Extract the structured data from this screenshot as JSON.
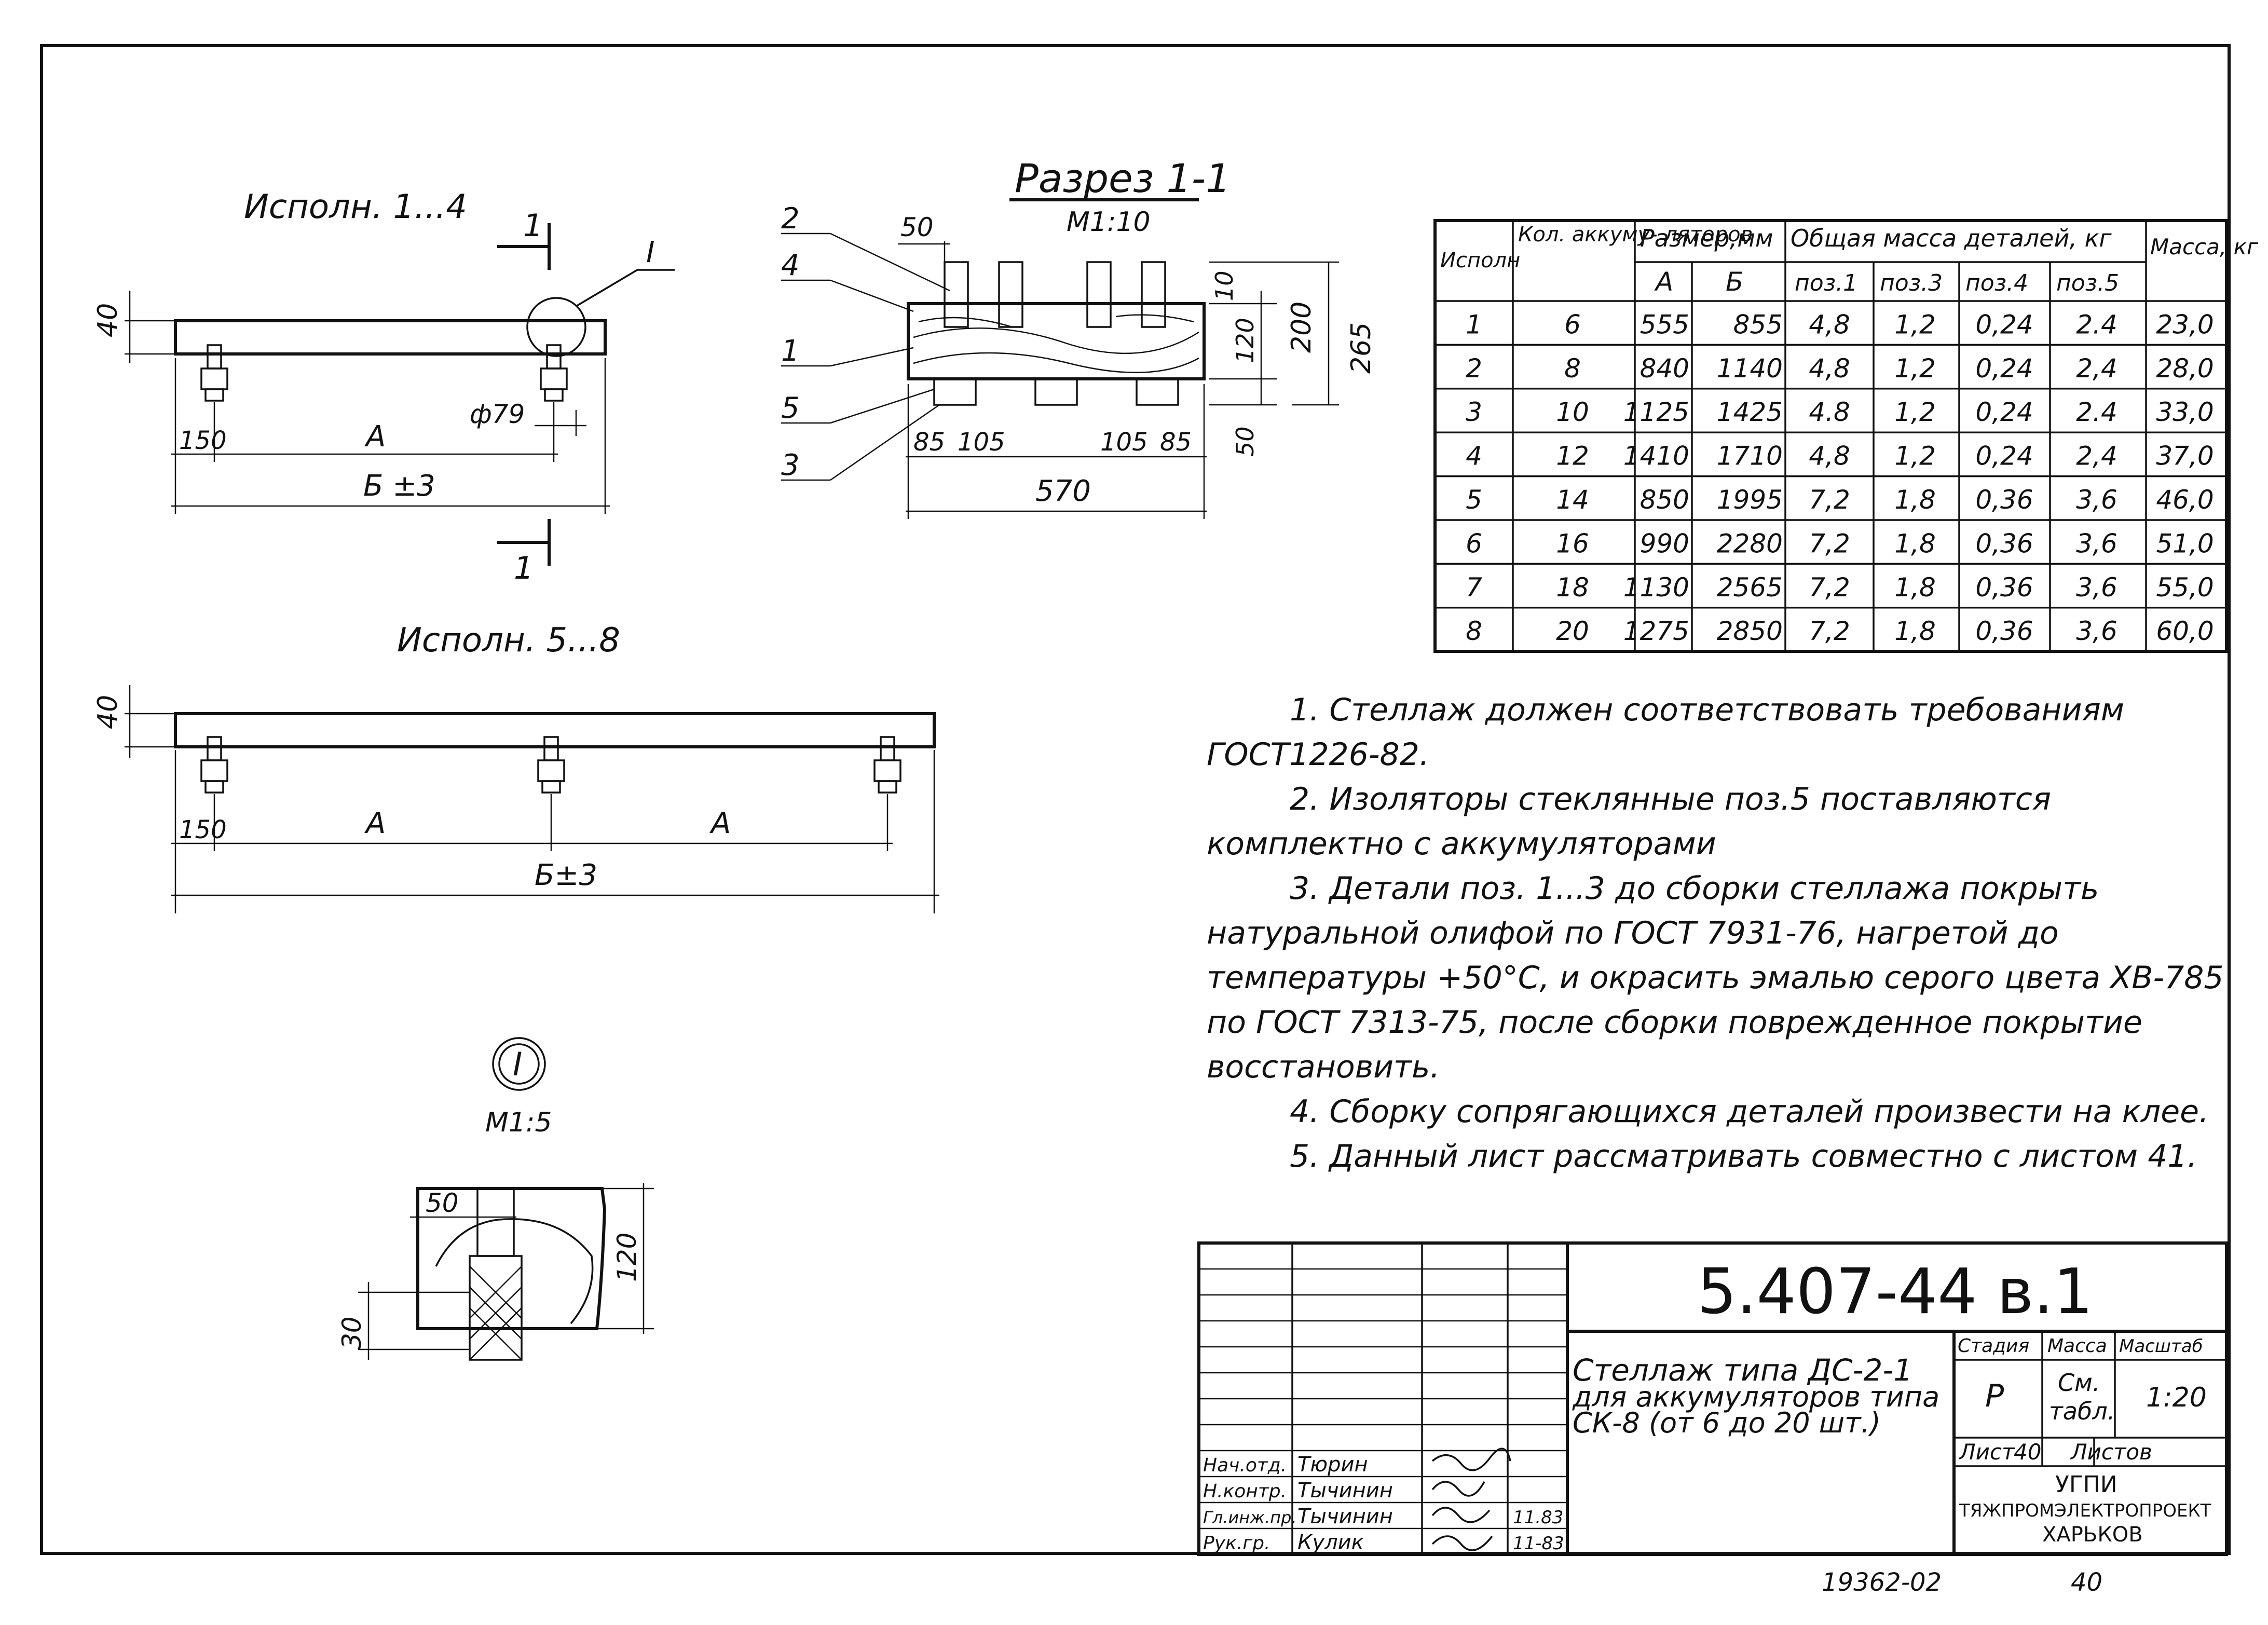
{
  "views": {
    "execution_1_4": {
      "title": "Исполн. 1...4",
      "dim_40": "40",
      "dim_150": "150",
      "dim_A": "А",
      "dim_B": "Б ±3",
      "dim_phi": "ф79",
      "callout": "I",
      "section_mark": "1"
    },
    "execution_5_8": {
      "title": "Исполн. 5...8",
      "dim_40": "40",
      "dim_150": "150",
      "dim_A1": "А",
      "dim_A2": "А",
      "dim_B": "Б±3"
    },
    "section_1_1": {
      "title": "Разрез 1-1",
      "scale": "М1:10",
      "positions": [
        "2",
        "4",
        "1",
        "5",
        "3"
      ],
      "dims": {
        "d50": "50",
        "d10": "10",
        "d200": "200",
        "d265": "265",
        "d120": "120",
        "d50b": "50",
        "d85a": "85",
        "d105a": "105",
        "d105b": "105",
        "d85b": "85",
        "d570": "570"
      }
    },
    "detail_I": {
      "mark": "I",
      "scale": "М1:5",
      "d50": "50",
      "d120": "120",
      "d30": "30"
    }
  },
  "table": {
    "headers": {
      "exec": "Исполн",
      "count": "Кол. аккуму- ляторов",
      "size": "Размер,мм",
      "size_a": "А",
      "size_b": "Б",
      "mass_group": "Общая масса деталей, кг",
      "p1": "поз.1",
      "p3": "поз.3",
      "p4": "поз.4",
      "p5": "поз.5",
      "mass": "Масса, кг"
    },
    "rows": [
      [
        "1",
        "6",
        "555",
        "855",
        "4,8",
        "1,2",
        "0,24",
        "2.4",
        "23,0"
      ],
      [
        "2",
        "8",
        "840",
        "1140",
        "4,8",
        "1,2",
        "0,24",
        "2,4",
        "28,0"
      ],
      [
        "3",
        "10",
        "1125",
        "1425",
        "4.8",
        "1,2",
        "0,24",
        "2.4",
        "33,0"
      ],
      [
        "4",
        "12",
        "1410",
        "1710",
        "4,8",
        "1,2",
        "0,24",
        "2,4",
        "37,0"
      ],
      [
        "5",
        "14",
        "850",
        "1995",
        "7,2",
        "1,8",
        "0,36",
        "3,6",
        "46,0"
      ],
      [
        "6",
        "16",
        "990",
        "2280",
        "7,2",
        "1,8",
        "0,36",
        "3,6",
        "51,0"
      ],
      [
        "7",
        "18",
        "1130",
        "2565",
        "7,2",
        "1,8",
        "0,36",
        "3,6",
        "55,0"
      ],
      [
        "8",
        "20",
        "1275",
        "2850",
        "7,2",
        "1,8",
        "0,36",
        "3,6",
        "60,0"
      ]
    ]
  },
  "notes": [
    "1. Стеллаж должен соответствовать требованиям ГОСТ1226-82.",
    "2. Изоляторы стеклянные поз.5 поставляются комплектно с аккумуляторами",
    "3. Детали поз. 1...3 до сборки стеллажа покрыть натуральной олифой по ГОСТ 7931-76, нагретой до температуры +50°С, и окрасить эмалью серого цвета ХВ-785 по ГОСТ 7313-75, после сборки поврежденное покрытие восстановить.",
    "4. Сборку сопрягающихся деталей произвести на клее.",
    "5. Данный лист рассматривать совместно с листом 41."
  ],
  "title_block": {
    "code": "5.407-44 в.1",
    "name_lines": [
      "Стеллаж типа ДС-2-1",
      "для аккумуляторов типа",
      "СК-8 (от 6 до 20 шт.)"
    ],
    "stage_label": "Стадия",
    "mass_label": "Масса",
    "scale_label": "Масштаб",
    "stage": "Р",
    "mass_1": "См.",
    "mass_2": "табл.",
    "scale": "1:20",
    "sheet_label": "Лист",
    "sheet": "40",
    "sheets_label": "Листов",
    "org_1": "УГПИ",
    "org_2": "ТЯЖПРОМЭЛЕКТРОПРОЕКТ",
    "org_3": "ХАРЬКОВ",
    "staff": [
      {
        "role": "Нач.отд.",
        "name": "Тюрин",
        "date": ""
      },
      {
        "role": "Н.контр.",
        "name": "Тычинин",
        "date": ""
      },
      {
        "role": "Гл.инж.пр.",
        "name": "Тычинин",
        "date": "11.83"
      },
      {
        "role": "Рук.гр.",
        "name": "Кулик",
        "date": "11-83"
      }
    ]
  },
  "footer": {
    "inv": "19362-02",
    "page": "40"
  }
}
